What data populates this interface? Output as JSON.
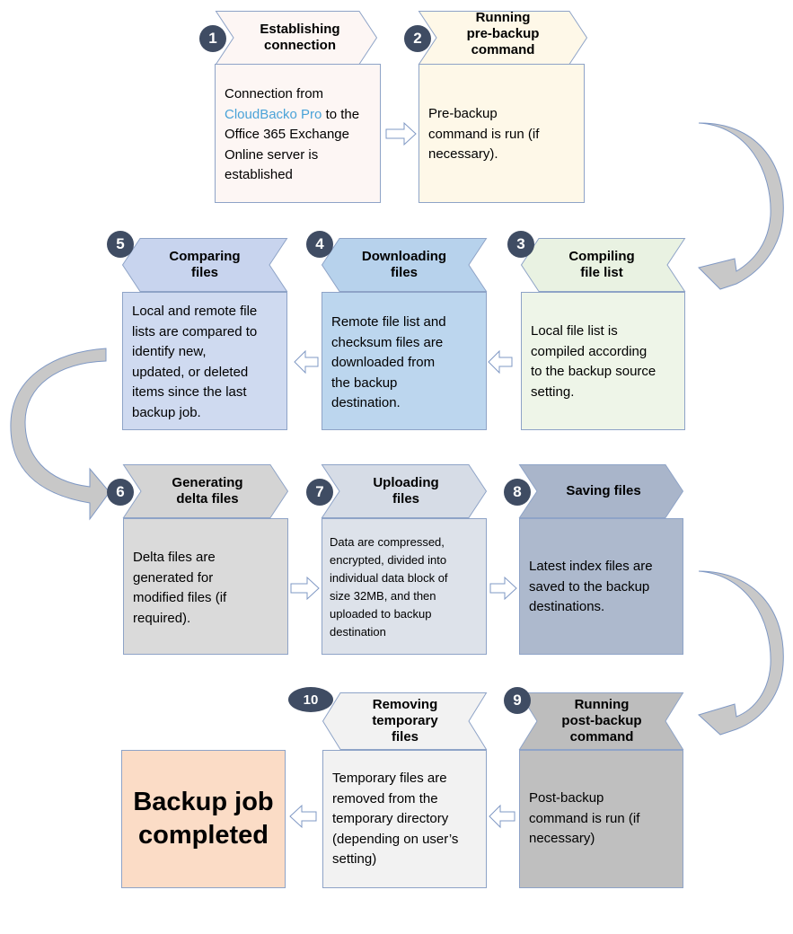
{
  "steps": [
    {
      "num": "1",
      "title": "Establishing\nconnection",
      "desc_before": "Connection from ",
      "desc_brand": "CloudBacko Pro",
      "desc_after": " to the\nOffice 365 Exchange\nOnline server is\nestablished",
      "fill": "#fdf6f4",
      "tab_fill": "#fdf6f4"
    },
    {
      "num": "2",
      "title": "Running\npre-backup\ncommand",
      "desc": "Pre-backup\ncommand is run (if\nnecessary).",
      "fill": "#fef8e8",
      "tab_fill": "#fef8e8"
    },
    {
      "num": "3",
      "title": "Compiling\nfile list",
      "desc": "Local file list is\ncompiled according\nto the backup source\nsetting.",
      "fill": "#eef5e8",
      "tab_fill": "#e9f2e2"
    },
    {
      "num": "4",
      "title": "Downloading\nfiles",
      "desc": "Remote file list and\nchecksum files are\ndownloaded from\nthe backup\ndestination.",
      "fill": "#bcd6ee",
      "tab_fill": "#b7d2ec"
    },
    {
      "num": "5",
      "title": "Comparing\nfiles",
      "desc": "Local and remote file\nlists are compared to\nidentify new,\nupdated, or deleted\nitems since the last\nbackup job.",
      "fill": "#cfdaf0",
      "tab_fill": "#c8d4ee"
    },
    {
      "num": "6",
      "title": "Generating\ndelta files",
      "desc": "Delta files are\ngenerated for\nmodified files (if\nrequired).",
      "fill": "#dadada",
      "tab_fill": "#d4d4d4"
    },
    {
      "num": "7",
      "title": "Uploading\nfiles",
      "desc": "Data are compressed,\nencrypted, divided into\nindividual data block of\nsize 32MB, and then\nuploaded to backup\ndestination",
      "fill": "#dde2ea",
      "tab_fill": "#d6dce6"
    },
    {
      "num": "8",
      "title": "Saving files",
      "desc": "Latest index files are\nsaved to the backup\ndestinations.",
      "fill": "#adb9cd",
      "tab_fill": "#a9b5ca"
    },
    {
      "num": "9",
      "title": "Running\npost-backup\ncommand",
      "desc": "Post-backup\ncommand is run (if\nnecessary)",
      "fill": "#bfbfbf",
      "tab_fill": "#bdbdbd"
    },
    {
      "num": "10",
      "title": "Removing\ntemporary\nfiles",
      "desc": "Temporary files are\nremoved from the\ntemporary directory\n(depending on user’s\nsetting)",
      "fill": "#f2f2f2",
      "tab_fill": "#f2f2f2"
    }
  ],
  "final": {
    "label": "Backup job\ncompleted"
  },
  "colors": {
    "border": "#8ea3c7",
    "badge": "#3f4c63",
    "brand": "#4aa3d8",
    "curve_fill": "#c8c8c8",
    "arrow_outline": "#7f98c4"
  }
}
